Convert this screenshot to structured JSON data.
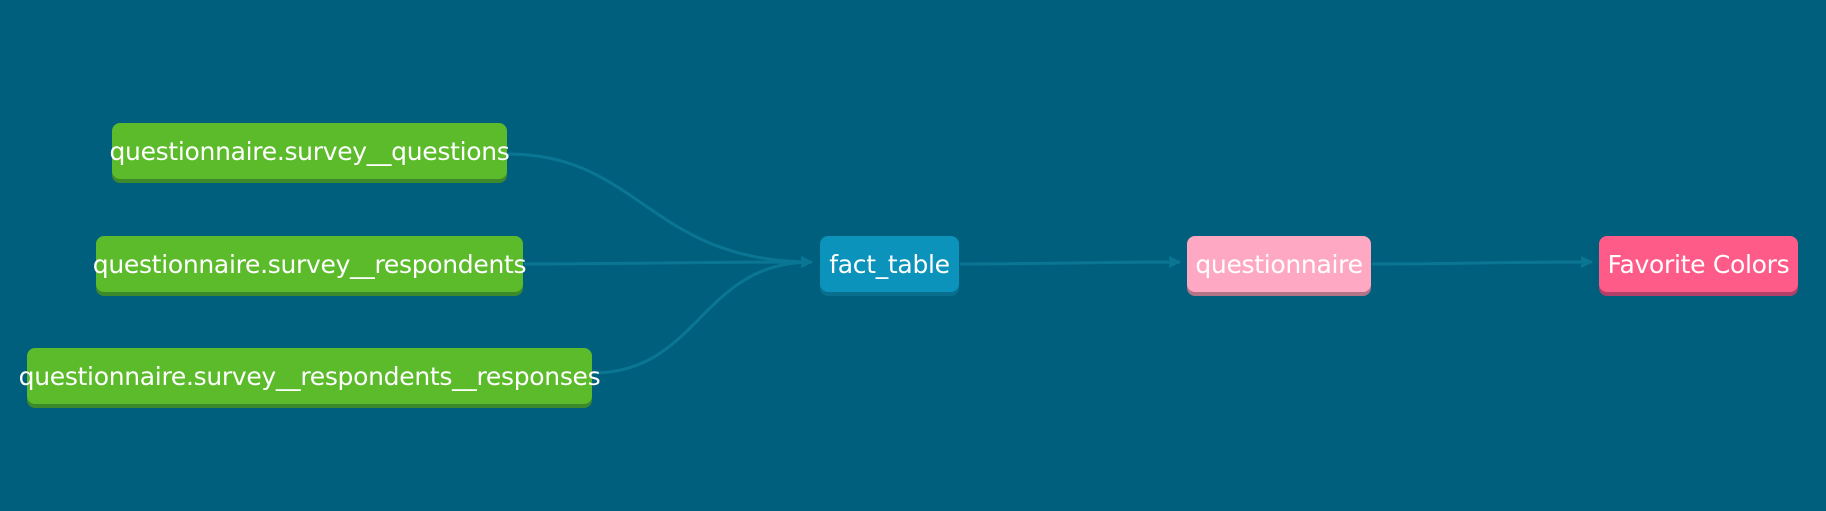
{
  "diagram": {
    "background_color": "#005f7c",
    "edge_color": "#0a7693",
    "nodes": [
      {
        "id": "survey_questions",
        "label": "questionnaire.survey__questions",
        "kind": "source",
        "color": "#5cbb2b"
      },
      {
        "id": "survey_respondents",
        "label": "questionnaire.survey__respondents",
        "kind": "source",
        "color": "#5cbb2b"
      },
      {
        "id": "survey_respondents_responses",
        "label": "questionnaire.survey__respondents__responses",
        "kind": "source",
        "color": "#5cbb2b"
      },
      {
        "id": "fact_table",
        "label": "fact_table",
        "kind": "model",
        "color": "#0b93bb"
      },
      {
        "id": "questionnaire",
        "label": "questionnaire",
        "kind": "exposure",
        "color": "#ffa8c4"
      },
      {
        "id": "favorite_colors",
        "label": "Favorite Colors",
        "kind": "metric",
        "color": "#ff5b88"
      }
    ],
    "edges": [
      {
        "from": "survey_questions",
        "to": "fact_table"
      },
      {
        "from": "survey_respondents",
        "to": "fact_table"
      },
      {
        "from": "survey_respondents_responses",
        "to": "fact_table"
      },
      {
        "from": "fact_table",
        "to": "questionnaire"
      },
      {
        "from": "questionnaire",
        "to": "favorite_colors"
      }
    ]
  }
}
